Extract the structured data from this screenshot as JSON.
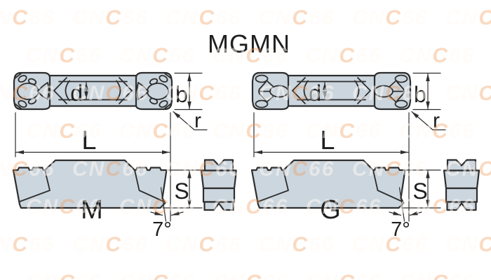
{
  "title": "MGMN",
  "watermark": {
    "prefix": "CN",
    "accent": "C",
    "suffix": "66"
  },
  "drawings": [
    {
      "label": "M",
      "d": "d",
      "b": "b",
      "r": "r",
      "L": "L",
      "S": "S",
      "angle": "7°"
    },
    {
      "label": "G",
      "d": "d",
      "b": "b",
      "r": "r",
      "L": "L",
      "S": "S",
      "angle": "7°"
    }
  ],
  "colors": {
    "part_fill": "#ccd6de",
    "outline": "#2e2e2e",
    "text": "#1f1f1f",
    "background": "#ffffff",
    "watermark_text": "rgba(255,250,243,0.5)",
    "watermark_accent": "rgba(240,150,80,0.35)"
  }
}
